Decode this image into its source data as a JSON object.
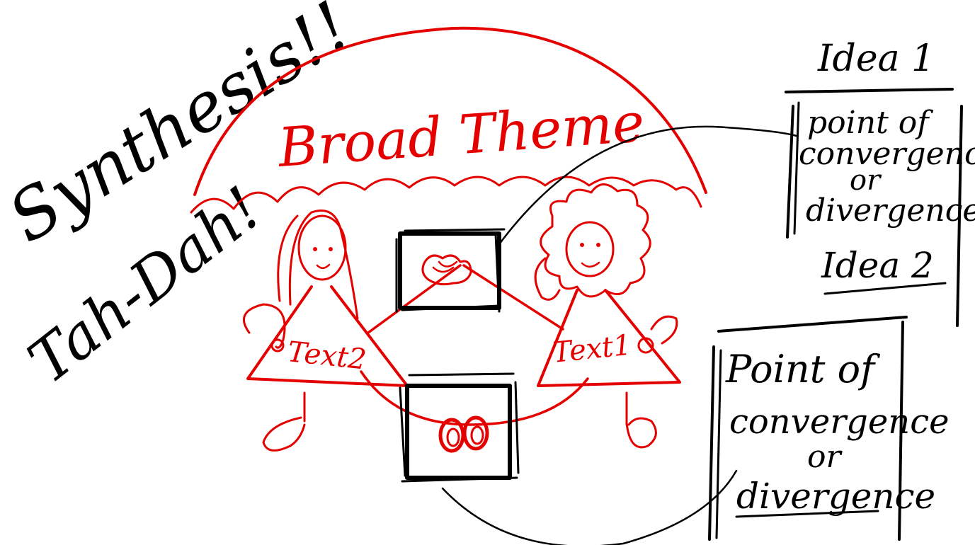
{
  "canvas": {
    "background": "#ffffff",
    "ink_black": "#000000",
    "ink_red": "#e50000"
  },
  "texts": {
    "synthesis": "Synthesis!!",
    "tah_dah": "Tah-Dah!",
    "broad_theme": "Broad Theme",
    "text1": "Text1",
    "text2": "Text2",
    "idea1": "Idea 1",
    "idea2": "Idea 2",
    "box_top": {
      "line1": "point of",
      "line2": "convergence",
      "line3": "or",
      "line4": "divergence"
    },
    "box_bottom": {
      "line1": "Point of",
      "line2": "convergence",
      "line3": "or",
      "line4": "divergence"
    }
  },
  "figures": {
    "text2_figure": "girl-figure",
    "text1_figure": "curly-haired-figure",
    "icons": [
      "handshake-icon",
      "eyes-icon"
    ]
  }
}
